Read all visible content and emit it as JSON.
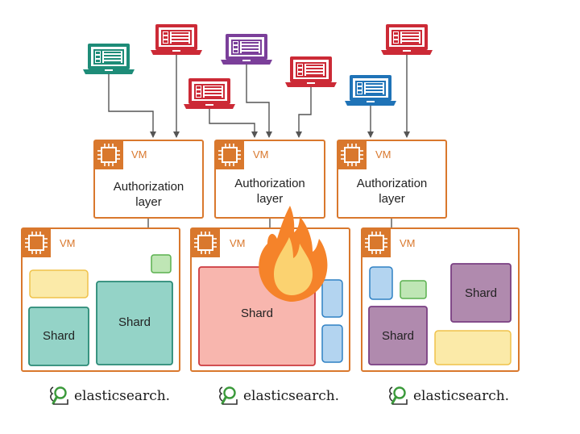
{
  "colors": {
    "vm_border": "#d9782d",
    "chip": "#d9782d",
    "teal_laptop": "#1e8c78",
    "red_laptop": "#cc2a36",
    "purple_laptop": "#7b3f9a",
    "blue_laptop": "#1f73b7",
    "shard_teal": "#94d3c7",
    "shard_teal_border": "#2a8a76",
    "shard_red": "#f8b6ae",
    "shard_red_border": "#cc3a3f",
    "shard_purple": "#b08aae",
    "shard_purple_border": "#7a3f82",
    "yellow_block": "#fbeaa8",
    "yellow_border": "#f0c24a",
    "green_block": "#bfe6b5",
    "green_border": "#5ab04e",
    "blue_block": "#b3d4f0",
    "blue_border": "#2f81c4",
    "fire_outer": "#f5832a",
    "fire_inner": "#fbd270"
  },
  "icons": [
    "laptop-icon",
    "chip-icon",
    "fire-icon",
    "elasticsearch-logo-icon"
  ],
  "auth_nodes": [
    {
      "vm": "VM",
      "line1": "Authorization",
      "line2": "layer"
    },
    {
      "vm": "VM",
      "line1": "Authorization",
      "line2": "layer"
    },
    {
      "vm": "VM",
      "line1": "Authorization",
      "line2": "layer"
    }
  ],
  "clusters": [
    {
      "vm": "VM",
      "shards": [
        "Shard",
        "Shard"
      ],
      "brand": "elasticsearch."
    },
    {
      "vm": "VM",
      "shards": [
        "Shard"
      ],
      "brand": "elasticsearch."
    },
    {
      "vm": "VM",
      "shards": [
        "Shard",
        "Shard"
      ],
      "brand": "elasticsearch."
    }
  ]
}
